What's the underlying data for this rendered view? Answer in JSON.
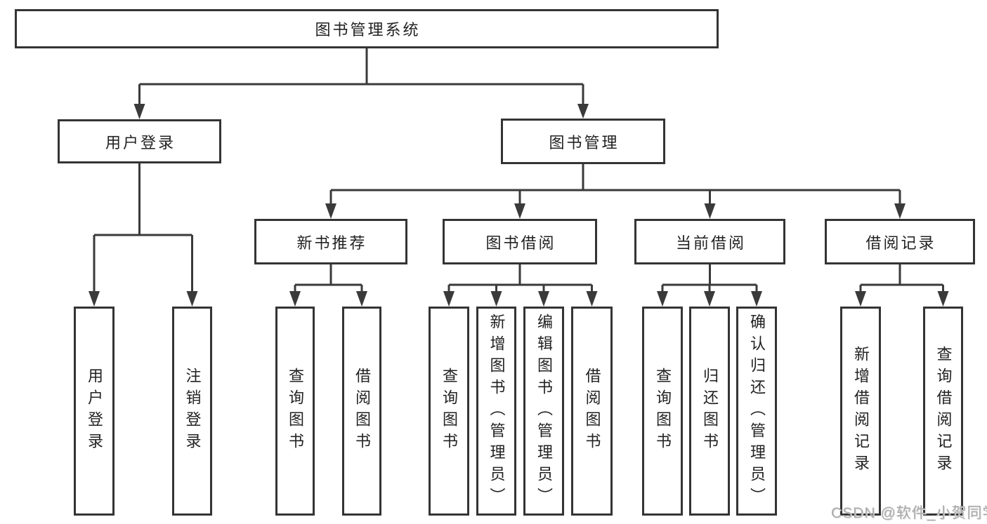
{
  "diagram": {
    "type": "feature-tree",
    "colors": {
      "background": "#ffffff",
      "line": "#3a3a3a",
      "box_border": "#343434",
      "box_fill": "#ffffff",
      "text": "#222222",
      "watermark_text": "#ababab"
    },
    "tree": {
      "label": "图书管理系统",
      "children": [
        {
          "label": "用户登录",
          "children": [
            {
              "label": "用户登录"
            },
            {
              "label": "注销登录"
            }
          ]
        },
        {
          "label": "图书管理",
          "children": [
            {
              "label": "新书推荐",
              "children": [
                {
                  "label": "查询图书"
                },
                {
                  "label": "借阅图书"
                }
              ]
            },
            {
              "label": "图书借阅",
              "children": [
                {
                  "label": "查询图书"
                },
                {
                  "label": "新增图书（管理员）"
                },
                {
                  "label": "编辑图书（管理员）"
                },
                {
                  "label": "借阅图书"
                }
              ]
            },
            {
              "label": "当前借阅",
              "children": [
                {
                  "label": "查询图书"
                },
                {
                  "label": "归还图书"
                },
                {
                  "label": "确认归还（管理员）"
                }
              ]
            },
            {
              "label": "借阅记录",
              "children": [
                {
                  "label": "新增借阅记录"
                },
                {
                  "label": "查询借阅记录"
                }
              ]
            }
          ]
        }
      ]
    },
    "watermark": "CSDN @软件_小贺同学"
  }
}
